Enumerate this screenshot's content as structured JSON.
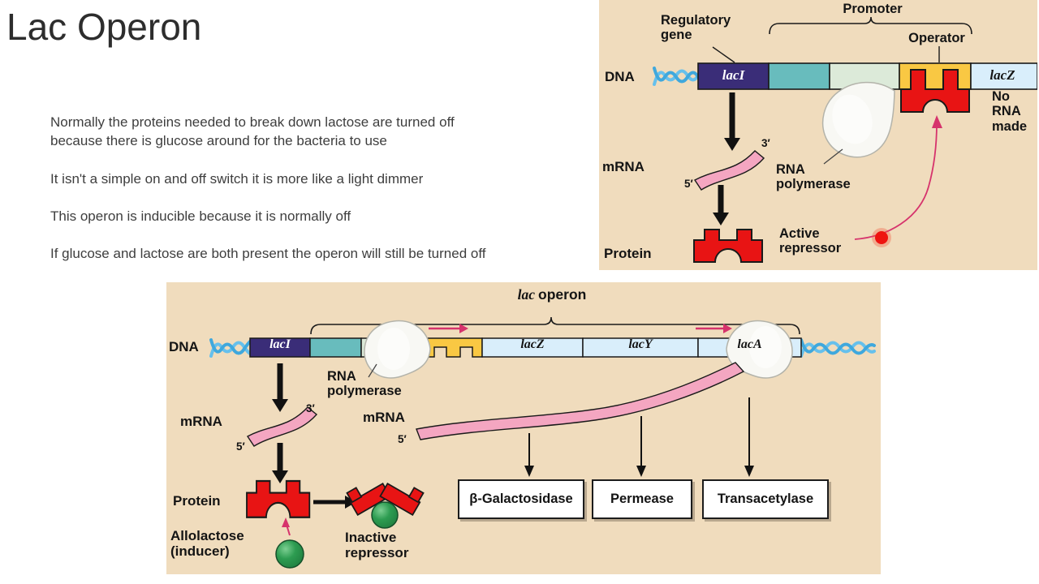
{
  "slide": {
    "title": "Lac Operon",
    "bullets": [
      "Normally the proteins needed to break down lactose are turned off because there is glucose around for the bacteria to use",
      "It isn't a simple on and off switch it is more like a light dimmer",
      "This operon is inducible because it is normally off",
      "If glucose and lactose are both present the operon will still be turned off"
    ]
  },
  "colors": {
    "panel_background": "#f0dcbd",
    "laci_purple": "#3a2d78",
    "promoter_teal": "#68bcbd",
    "promoter_green": "#dcead9",
    "operator_yellow": "#f9c843",
    "gene_light_blue": "#d9eefb",
    "repressor_red": "#e81414",
    "mrna_pink": "#f4a6c1",
    "arrow_magenta": "#d6336c",
    "helix_blue": "#56b6e8",
    "inducer_green": "#2d9c51"
  },
  "top_diagram": {
    "regulatory_gene_label": "Regulatory gene",
    "promoter_label": "Promoter",
    "operator_label": "Operator",
    "dna_label": "DNA",
    "mrna_label": "mRNA",
    "protein_label": "Protein",
    "gene_laci": "lacI",
    "gene_lacz": "lacZ",
    "three_prime": "3′",
    "five_prime": "5′",
    "rna_polymerase_label": "RNA polymerase",
    "active_repressor_label": "Active repressor",
    "no_rna_label": "No RNA made"
  },
  "bottom_diagram": {
    "title_italic": "lac",
    "title_regular": "operon",
    "dna_label": "DNA",
    "gene_laci": "lacI",
    "gene_lacz": "lacZ",
    "gene_lacy": "lacY",
    "gene_laca": "lacA",
    "rna_polymerase_label": "RNA polymerase",
    "mrna_label_left": "mRNA",
    "three_prime_left": "3′",
    "five_prime_left": "5′",
    "mrna_label_center": "mRNA",
    "five_prime_center": "5′",
    "protein_label": "Protein",
    "allolactose_label": "Allolactose (inducer)",
    "inactive_repressor_label": "Inactive repressor",
    "products": [
      "β-Galactosidase",
      "Permease",
      "Transacetylase"
    ]
  }
}
